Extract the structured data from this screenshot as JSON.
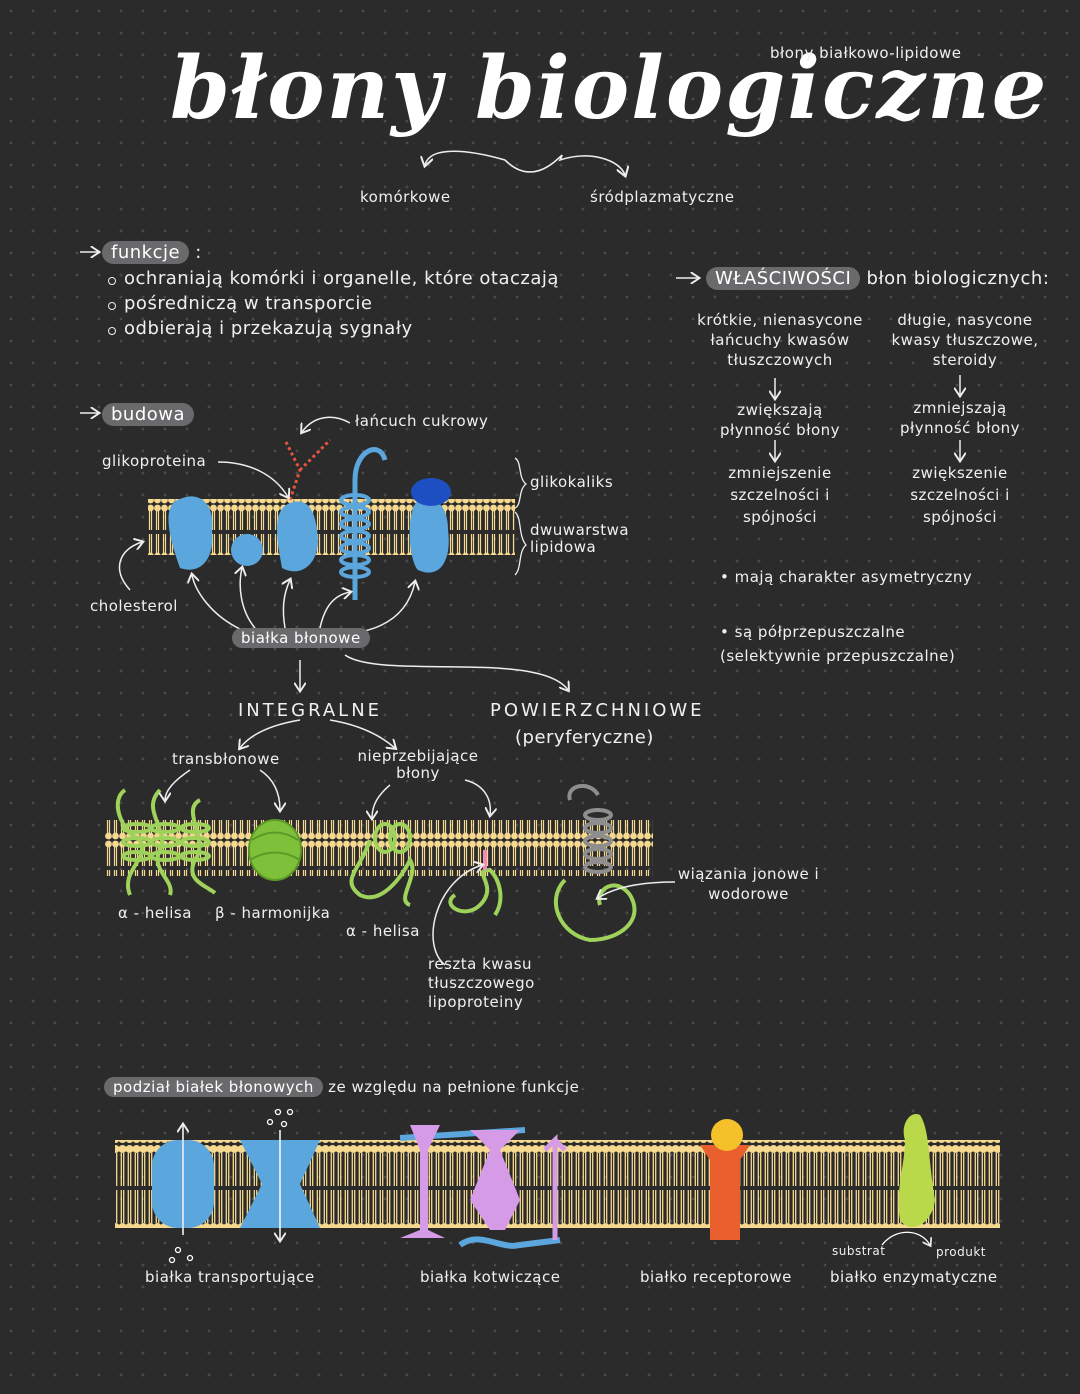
{
  "title": "błony biologiczne",
  "subtitle": "błony białkowo-lipidowe",
  "branches": {
    "left": "komórkowe",
    "right": "śródplazmatyczne"
  },
  "functions": {
    "heading": "funkcje",
    "items": [
      "ochraniają komórki i organelle, które otaczają",
      "pośredniczą w transporcie",
      "odbierają i przekazują sygnały"
    ]
  },
  "structure": {
    "heading": "budowa",
    "labels": {
      "sugar_chain": "łańcuch cukrowy",
      "glycoprotein": "glikoproteina",
      "glycocalyx": "glikokaliks",
      "bilayer": "dwuwarstwa lipidowa",
      "cholesterol": "cholesterol",
      "membrane_proteins": "białka błonowe"
    }
  },
  "protein_types": {
    "integral": "INTEGRALNE",
    "peripheral": "POWIERZCHNIOWE",
    "peripheral_note": "(peryferyczne)",
    "transmembrane": "transbłonowe",
    "non_penetrating": "nieprzebijające błony",
    "alpha_helix": "α - helisa",
    "beta_sheet": "β - harmonijka",
    "alpha_helix2": "α - helisa",
    "fatty_acid": "reszta kwasu tłuszczowego lipoproteiny",
    "bonds": "wiązania jonowe i wodorowe"
  },
  "properties": {
    "heading": "WŁAŚCIWOŚCI",
    "heading_rest": "błon biologicznych:",
    "left": {
      "cause": "krótkie, nienasycone łańcuchy kwasów tłuszczowych",
      "effect1": "zwiększają płynność błony",
      "effect2": "zmniejszenie szczelności i spójności"
    },
    "right": {
      "cause": "długie, nasycone kwasy tłuszczowe, steroidy",
      "effect1": "zmniejszają płynność błony",
      "effect2": "zwiększenie szczelności i spójności"
    },
    "bullets": [
      "mają charakter asymetryczny",
      "są półprzepuszczalne (selektywnie przepuszczalne)"
    ]
  },
  "division": {
    "heading": "podział białek błonowych",
    "heading_rest": "ze względu na pełnione funkcje",
    "transport": "białka transportujące",
    "anchoring": "białka kotwiczące",
    "receptor": "białko receptorowe",
    "enzymatic": "białko enzymatyczne",
    "substrate": "substrat",
    "products": "produkt"
  },
  "colors": {
    "background": "#2b2b2c",
    "lipid": "#f6d98f",
    "protein_blue": "#5aa6dd",
    "green": "#9ed25a",
    "purple": "#d59be6",
    "orange": "#ea5f2e",
    "yellow": "#f4c12a",
    "lime": "#b9d84a"
  }
}
